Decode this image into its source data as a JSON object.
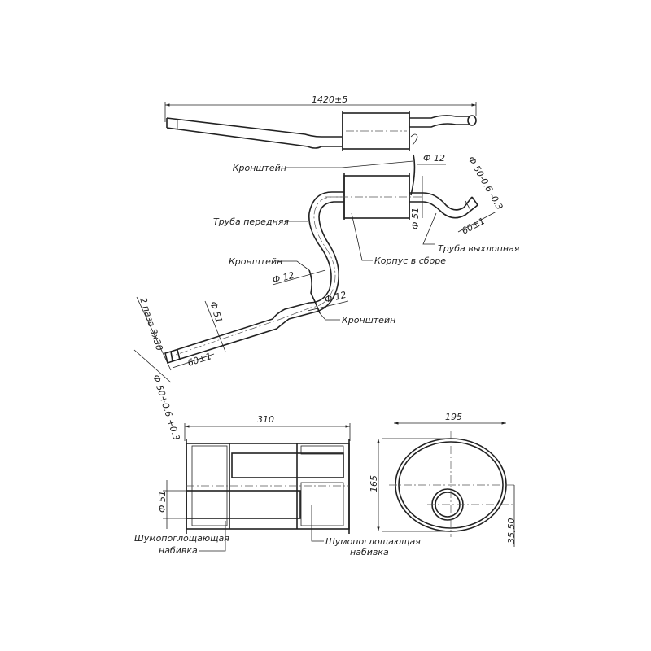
{
  "overall_length": "1420±5",
  "labels": {
    "bracket_top": "Кронштейн",
    "bracket_mid": "Кронштейн",
    "bracket_low": "Кронштейн",
    "front_pipe": "Труба передняя",
    "exhaust_pipe": "Труба выхлопная",
    "housing": "Корпус в сборе",
    "slots": "2 паза 3x30",
    "absorber_left_1": "Шумопоглощающая",
    "absorber_left_2": "набивка",
    "absorber_right_1": "Шумопоглощающая",
    "absorber_right_2": "набивка"
  },
  "dims": {
    "d12_top": "Ф 12",
    "d12_mid": "Ф 12",
    "d12_low": "Ф 12",
    "d50_out": "Ф 50-0.6 -0.3",
    "d51_muffler": "Ф 51",
    "len60_right": "60±1",
    "d51_front": "Ф 51",
    "len60_left": "60±1",
    "d50_in": "Ф 50+0.6 +0.3",
    "section_length": "310",
    "section_d51": "Ф 51",
    "oval_width": "195",
    "oval_height": "165",
    "pipe_offset": "35,50"
  }
}
